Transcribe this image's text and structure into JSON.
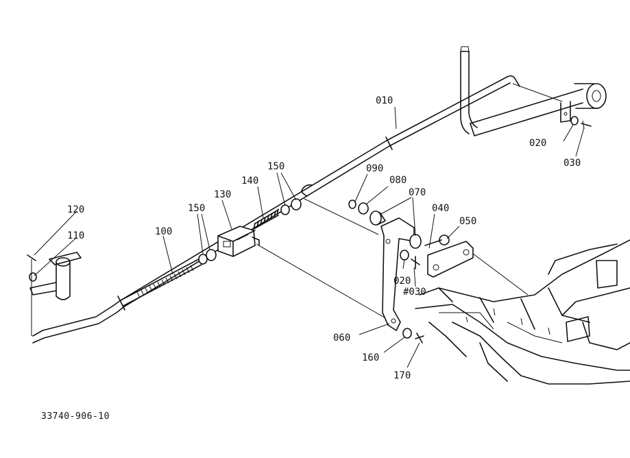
{
  "diagram": {
    "document_number": "33740-906-10",
    "callouts": {
      "c010": "010",
      "c020_top": "020",
      "c030_top": "030",
      "c090": "090",
      "c080": "080",
      "c070": "070",
      "c040": "040",
      "c050": "050",
      "c150_right": "150",
      "c140": "140",
      "c130": "130",
      "c150_left": "150",
      "c100": "100",
      "c120": "120",
      "c110": "110",
      "c020_mid": "020",
      "c030_mid": "#030",
      "c060": "060",
      "c160": "160",
      "c170": "170"
    }
  }
}
